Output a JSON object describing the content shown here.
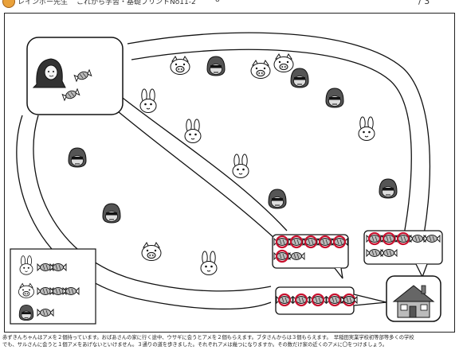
{
  "header": {
    "brand": "レインボー先生",
    "title": "これから学習・基礎プリントNo11-2",
    "index": "8",
    "page": "/ 3"
  },
  "footer": {
    "line1": "赤ずきんちゃんはアメを２個持っています。おばあさんの家に行く途中、ウサギに会うとアメを２個もらえます。ブタさんからは３個もらえます。　早稲田実業学校初等部等多くの学校",
    "line2": "でも、サルさんに会うと１個アメをあげないといけません。３通りの道を歩きました。それぞれアメは幾つになりますか。その数だけ家の近くのアメに〇をつけましょう。"
  },
  "colors": {
    "circle": "#c8102e",
    "stroke": "#111",
    "roof": "#555"
  },
  "legend": [
    {
      "animal": "rabbit",
      "candies": 2
    },
    {
      "animal": "pig",
      "candies": 3
    },
    {
      "animal": "monkey",
      "candies": 1,
      "note": "given away"
    }
  ],
  "routes": [
    {
      "name": "top",
      "candies": 7,
      "circled": 3
    },
    {
      "name": "middle",
      "candies": 7,
      "circled": 6
    },
    {
      "name": "bottom",
      "candies": 6,
      "circled": 5
    }
  ]
}
